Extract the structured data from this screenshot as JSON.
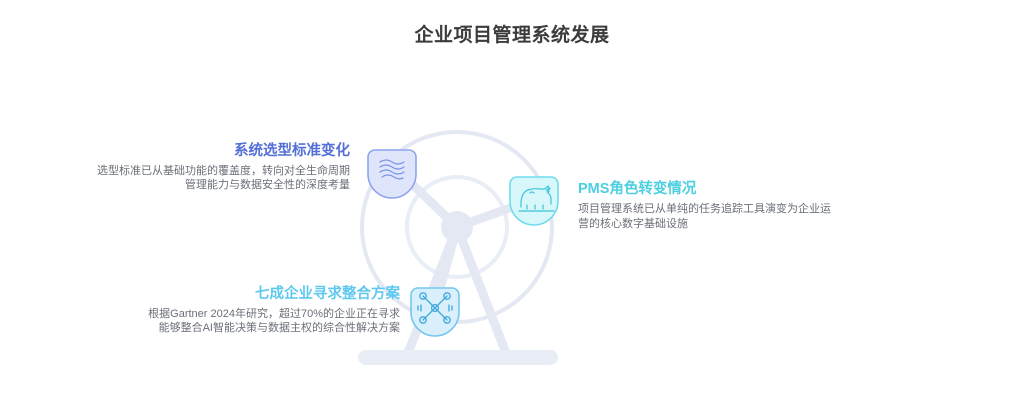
{
  "title": "企业项目管理系统发展",
  "colors": {
    "title_text": "#3b3b3b",
    "body_text": "#6a6f78",
    "heading_1": "#5470d6",
    "heading_2": "#4ccfe0",
    "heading_3": "#5fc8ef",
    "wheel_structure": "#e3e8f2",
    "badge_1_fill": "#dfe6fb",
    "badge_1_stroke": "#8ea4ef",
    "badge_2_fill": "#d7f7fb",
    "badge_2_stroke": "#6fdcec",
    "badge_3_fill": "#d9f0fc",
    "badge_3_stroke": "#72c7ec"
  },
  "blocks": [
    {
      "id": "block-1",
      "heading": "系统选型标准变化",
      "body_lines": [
        "选型标准已从基础功能的覆盖度，转向对全生命周期",
        "管理能力与数据安全性的深度考量"
      ],
      "icon": "waves-icon"
    },
    {
      "id": "block-2",
      "heading": "PMS角色转变情况",
      "body_lines": [
        "项目管理系统已从单纯的任务追踪工具演变为企业运",
        "营的核心数字基础设施"
      ],
      "icon": "rhino-icon"
    },
    {
      "id": "block-3",
      "heading": "七成企业寻求整合方案",
      "body_lines": [
        "根据Gartner 2024年研究，超过70%的企业正在寻求",
        "能够整合AI智能决策与数据主权的综合性解决方案"
      ],
      "icon": "network-nodes-icon"
    }
  ]
}
